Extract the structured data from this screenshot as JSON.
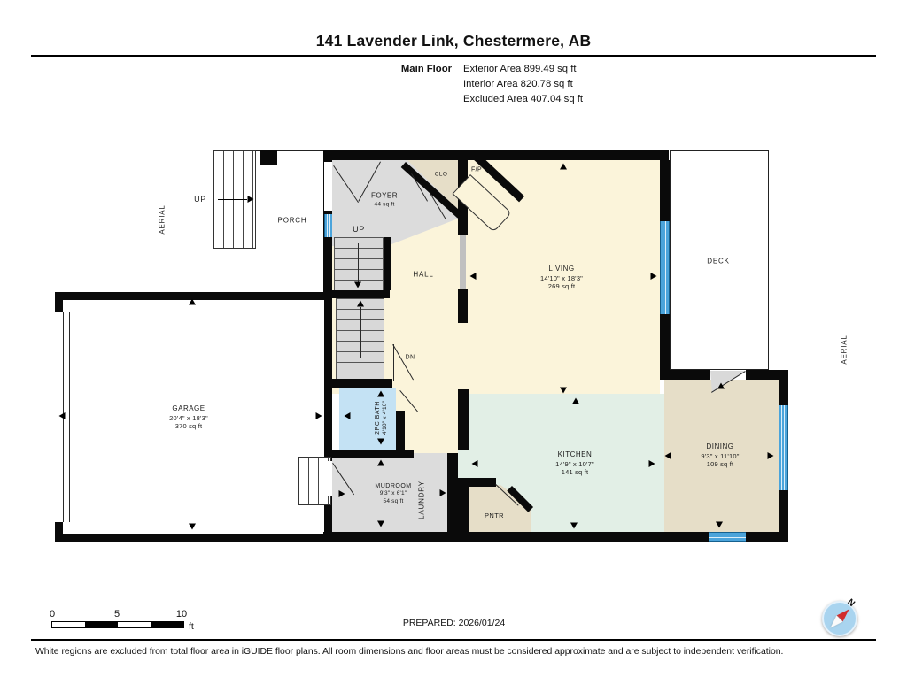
{
  "header": {
    "title": "141 Lavender Link, Chestermere, AB",
    "floor_label": "Main Floor",
    "area_lines": [
      "Exterior Area 899.49 sq ft",
      "Interior Area 820.78 sq ft",
      "Excluded Area 407.04 sq ft"
    ]
  },
  "rooms": {
    "living": {
      "name": "LIVING",
      "dim": "14'10\" x 18'3\"",
      "area": "269 sq ft"
    },
    "kitchen": {
      "name": "KITCHEN",
      "dim": "14'9\" x 10'7\"",
      "area": "141 sq ft"
    },
    "dining": {
      "name": "DINING",
      "dim": "9'3\" x 11'10\"",
      "area": "109 sq ft"
    },
    "garage": {
      "name": "GARAGE",
      "dim": "20'4\" x 18'3\"",
      "area": "370 sq ft"
    },
    "mudroom": {
      "name": "MUDROOM",
      "dim": "9'3\" x 6'1\"",
      "area": "54 sq ft"
    },
    "bath": {
      "name": "2PC BATH",
      "dim": "4'10\" x 4'10\""
    },
    "foyer": {
      "name": "FOYER",
      "area": "44 sq ft"
    },
    "hall": {
      "name": "HALL"
    },
    "deck": {
      "name": "DECK"
    },
    "porch": {
      "name": "PORCH"
    },
    "laundry": {
      "name": "LAUNDRY"
    },
    "pantry": {
      "name": "PNTR"
    },
    "closet": {
      "name": "CLO"
    },
    "fireplace": {
      "name": "F/P"
    }
  },
  "annotations": {
    "aerial": "AERIAL",
    "up": "UP",
    "dn": "DN",
    "north": "N"
  },
  "scale_bar": {
    "ticks": [
      "0",
      "5",
      "10"
    ],
    "unit": "ft"
  },
  "footer": {
    "prepared": "PREPARED: 2026/01/24",
    "disclaimer": "White regions are excluded from total floor area in iGUIDE floor plans. All room dimensions and floor areas must be considered approximate and are subject to independent verification."
  },
  "colors": {
    "wall": "#0a0a0a",
    "floor_cream": "#fbf4da",
    "floor_green": "#e2efe6",
    "floor_tan": "#e6dec8",
    "floor_grey": "#dcdcdc",
    "bath_blue": "#c4e2f4",
    "window_blue": "#4ba4db",
    "compass_blue": "#a9d4ef",
    "compass_red": "#d22b2b"
  }
}
